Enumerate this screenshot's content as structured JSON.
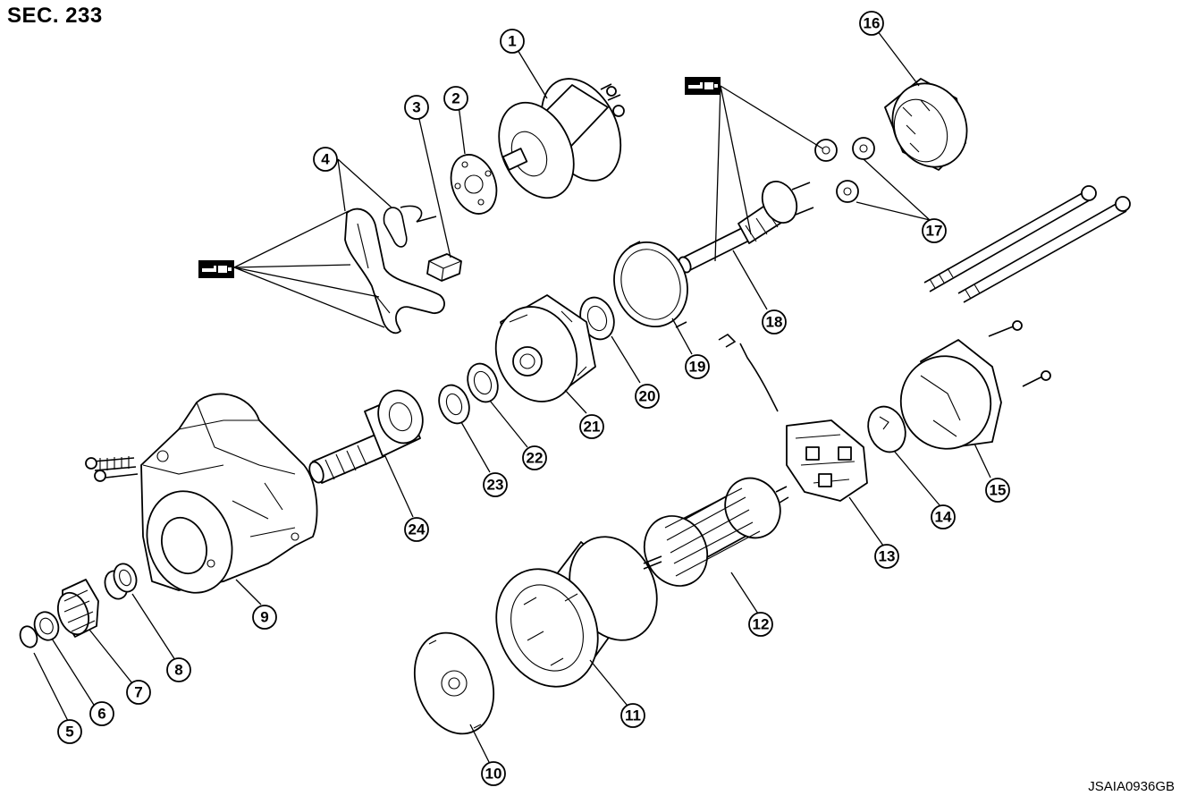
{
  "header": {
    "section_label": "SEC. 233"
  },
  "footer": {
    "figure_code": "JSAIA0936GB"
  },
  "callouts": [
    {
      "id": "1",
      "label": "1"
    },
    {
      "id": "2",
      "label": "2"
    },
    {
      "id": "3",
      "label": "3"
    },
    {
      "id": "4",
      "label": "4"
    },
    {
      "id": "5",
      "label": "5"
    },
    {
      "id": "6",
      "label": "6"
    },
    {
      "id": "7",
      "label": "7"
    },
    {
      "id": "8",
      "label": "8"
    },
    {
      "id": "9",
      "label": "9"
    },
    {
      "id": "10",
      "label": "10"
    },
    {
      "id": "11",
      "label": "11"
    },
    {
      "id": "12",
      "label": "12"
    },
    {
      "id": "13",
      "label": "13"
    },
    {
      "id": "14",
      "label": "14"
    },
    {
      "id": "15",
      "label": "15"
    },
    {
      "id": "16",
      "label": "16"
    },
    {
      "id": "17",
      "label": "17"
    },
    {
      "id": "18",
      "label": "18"
    },
    {
      "id": "19",
      "label": "19"
    },
    {
      "id": "20",
      "label": "20"
    },
    {
      "id": "21",
      "label": "21"
    },
    {
      "id": "22",
      "label": "22"
    },
    {
      "id": "23",
      "label": "23"
    },
    {
      "id": "24",
      "label": "24"
    }
  ],
  "symbols": [
    {
      "name": "grease-application-icon",
      "count": 2
    }
  ]
}
